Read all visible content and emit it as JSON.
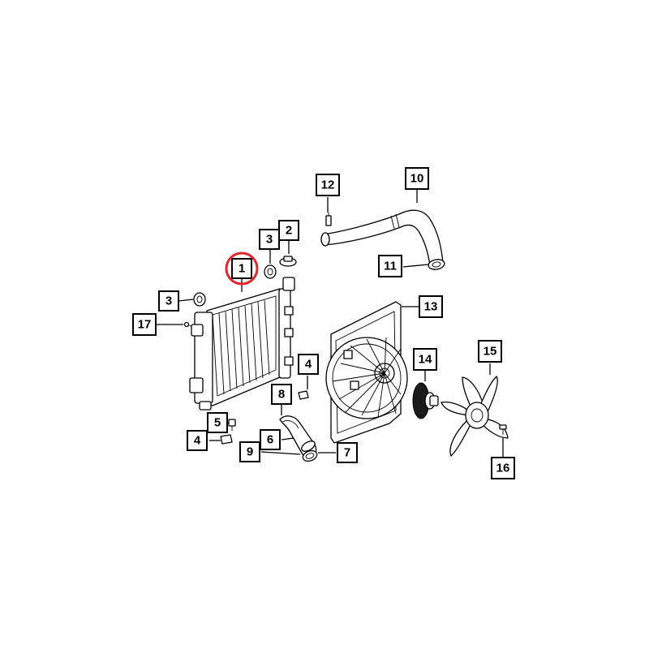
{
  "diagram": {
    "highlight_color": "#e3262e",
    "highlighted_callout": "1",
    "callouts": [
      {
        "id": "c1",
        "label": "1"
      },
      {
        "id": "c2",
        "label": "2"
      },
      {
        "id": "c3a",
        "label": "3"
      },
      {
        "id": "c3b",
        "label": "3"
      },
      {
        "id": "c4a",
        "label": "4"
      },
      {
        "id": "c4b",
        "label": "4"
      },
      {
        "id": "c5",
        "label": "5"
      },
      {
        "id": "c6",
        "label": "6"
      },
      {
        "id": "c7",
        "label": "7"
      },
      {
        "id": "c8",
        "label": "8"
      },
      {
        "id": "c9",
        "label": "9"
      },
      {
        "id": "c10",
        "label": "10"
      },
      {
        "id": "c11",
        "label": "11"
      },
      {
        "id": "c12",
        "label": "12"
      },
      {
        "id": "c13",
        "label": "13"
      },
      {
        "id": "c14",
        "label": "14"
      },
      {
        "id": "c15",
        "label": "15"
      },
      {
        "id": "c16",
        "label": "16"
      },
      {
        "id": "c17",
        "label": "17"
      }
    ]
  }
}
